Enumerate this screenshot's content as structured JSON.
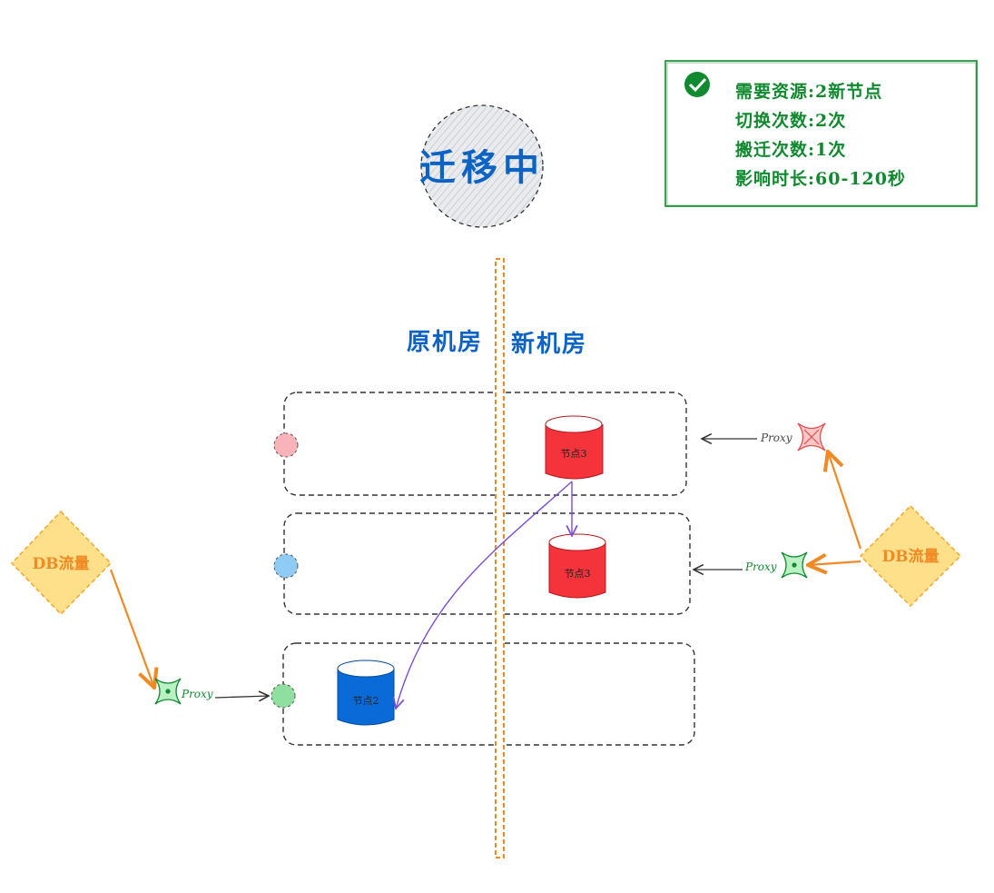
{
  "title": "迁移中",
  "info_box": {
    "lines": [
      "需要资源:2新节点",
      "切换次数:2次",
      "搬迁次数:1次",
      "影响时长:60-120秒"
    ],
    "icon": "check-circle-icon"
  },
  "rooms": {
    "left": "原机房",
    "right": "新机房"
  },
  "nodes": {
    "node3_top": "节点3",
    "node3_mid": "节点3",
    "node2": "节点2"
  },
  "traffic": {
    "left": "DB流量",
    "right": "DB流量"
  },
  "proxies": {
    "left": "Proxy",
    "right_mid": "Proxy",
    "right_top": "Proxy"
  },
  "colors": {
    "blue": "#0b63c4",
    "green": "#10892f",
    "orange": "#f08a24",
    "red_node": "#f4333b",
    "blue_node": "#0a6bd8",
    "diamond_fill": "#ffe08a",
    "purple": "#7a4fd0"
  }
}
